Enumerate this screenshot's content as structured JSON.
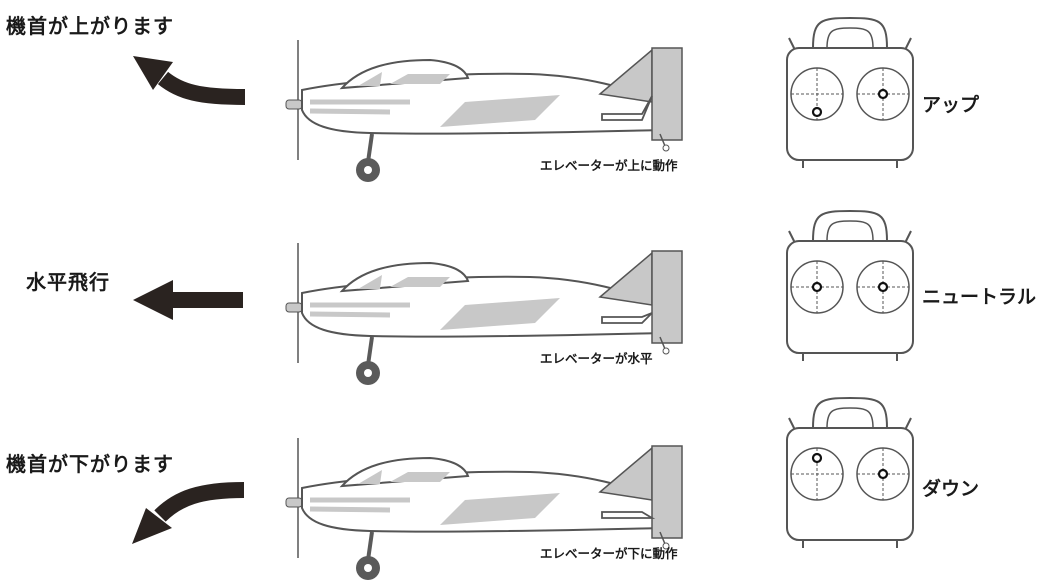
{
  "rows": [
    {
      "motion": "機首が上がります",
      "elevator": "エレベーターが上に動作",
      "stick_mode": "アップ",
      "elevator_deflection": "up",
      "left_stick": "down"
    },
    {
      "motion": "水平飛行",
      "elevator": "エレベーターが水平",
      "stick_mode": "ニュートラル",
      "elevator_deflection": "neutral",
      "left_stick": "center"
    },
    {
      "motion": "機首が下がります",
      "elevator": "エレベーターが下に動作",
      "stick_mode": "ダウン",
      "elevator_deflection": "down",
      "left_stick": "up"
    }
  ],
  "colors": {
    "line": "#555555",
    "fill": "#c8c8c8",
    "arrow": "#2a2320",
    "wheel": "#5a5a5a"
  },
  "icons": {
    "airplane": "airplane-side-icon",
    "transmitter": "rc-transmitter-icon"
  }
}
